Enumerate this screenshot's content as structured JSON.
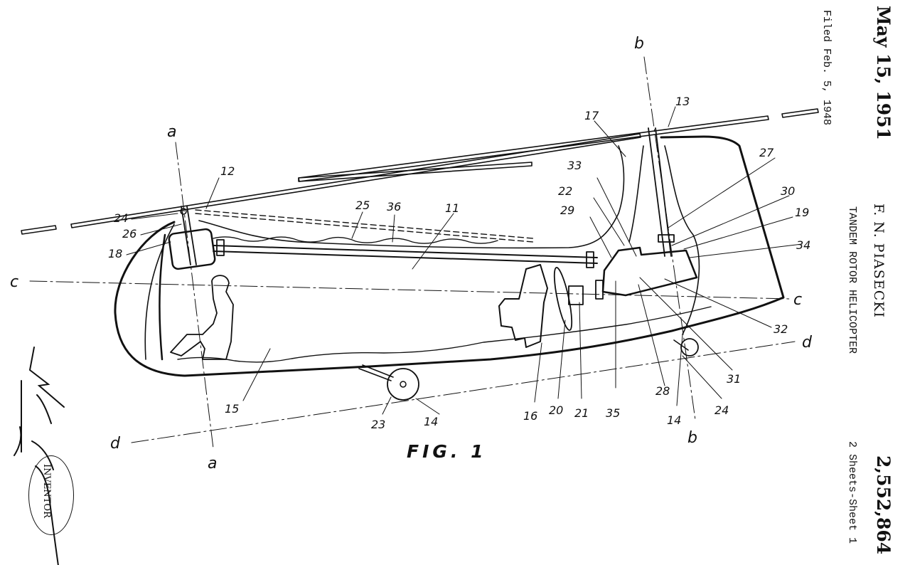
{
  "header": {
    "issue_date": "May 15, 1951",
    "filed": "Filed Feb. 5, 1948",
    "inventor_name": "F. N. PIASECKI",
    "title": "TANDEM ROTOR HELICOPTER",
    "sheets": "2 Sheets-Sheet 1",
    "patent_number": "2,552,864"
  },
  "figure": {
    "label": "FIG. 1",
    "axis_letters": {
      "a_top": "a",
      "a_bottom": "a",
      "b_top": "b",
      "b_bottom": "b",
      "c_left": "c",
      "c_right": "c",
      "d_left": "d",
      "d_right": "d"
    },
    "reference_numerals": {
      "r11": "11",
      "r12": "12",
      "r13": "13",
      "r14_front": "14",
      "r14_rear": "14",
      "r15": "15",
      "r16": "16",
      "r17": "17",
      "r18": "18",
      "r19": "19",
      "r20": "20",
      "r21": "21",
      "r22": "22",
      "r23": "23",
      "r24_front": "24",
      "r24_rear": "24",
      "r25": "25",
      "r26": "26",
      "r27": "27",
      "r28": "28",
      "r29": "29",
      "r30": "30",
      "r31": "31",
      "r32": "32",
      "r33": "33",
      "r34": "34",
      "r35": "35",
      "r36": "36"
    }
  },
  "signature": {
    "stamp_text": "INVENTOR"
  }
}
